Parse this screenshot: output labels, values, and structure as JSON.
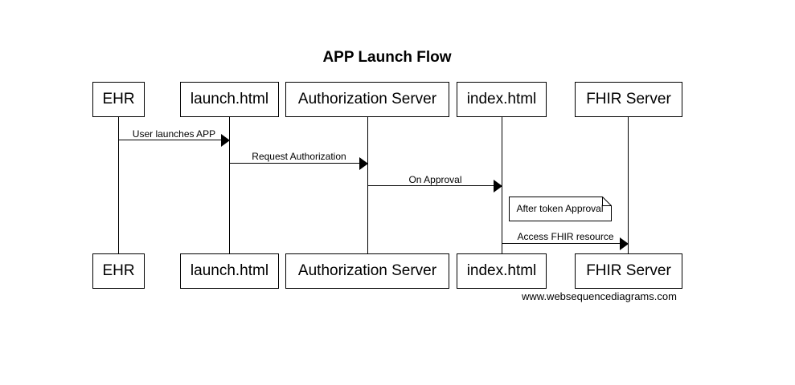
{
  "diagram": {
    "title": "APP Launch Flow",
    "participants": [
      {
        "label": "EHR"
      },
      {
        "label": "launch.html"
      },
      {
        "label": "Authorization Server"
      },
      {
        "label": "index.html"
      },
      {
        "label": "FHIR Server"
      }
    ],
    "messages": [
      {
        "label": "User launches APP"
      },
      {
        "label": "Request Authorization"
      },
      {
        "label": "On Approval"
      },
      {
        "label": "Access FHIR resource"
      }
    ],
    "note": {
      "label": "After token Approval"
    },
    "watermark": "www.websequencediagrams.com"
  }
}
